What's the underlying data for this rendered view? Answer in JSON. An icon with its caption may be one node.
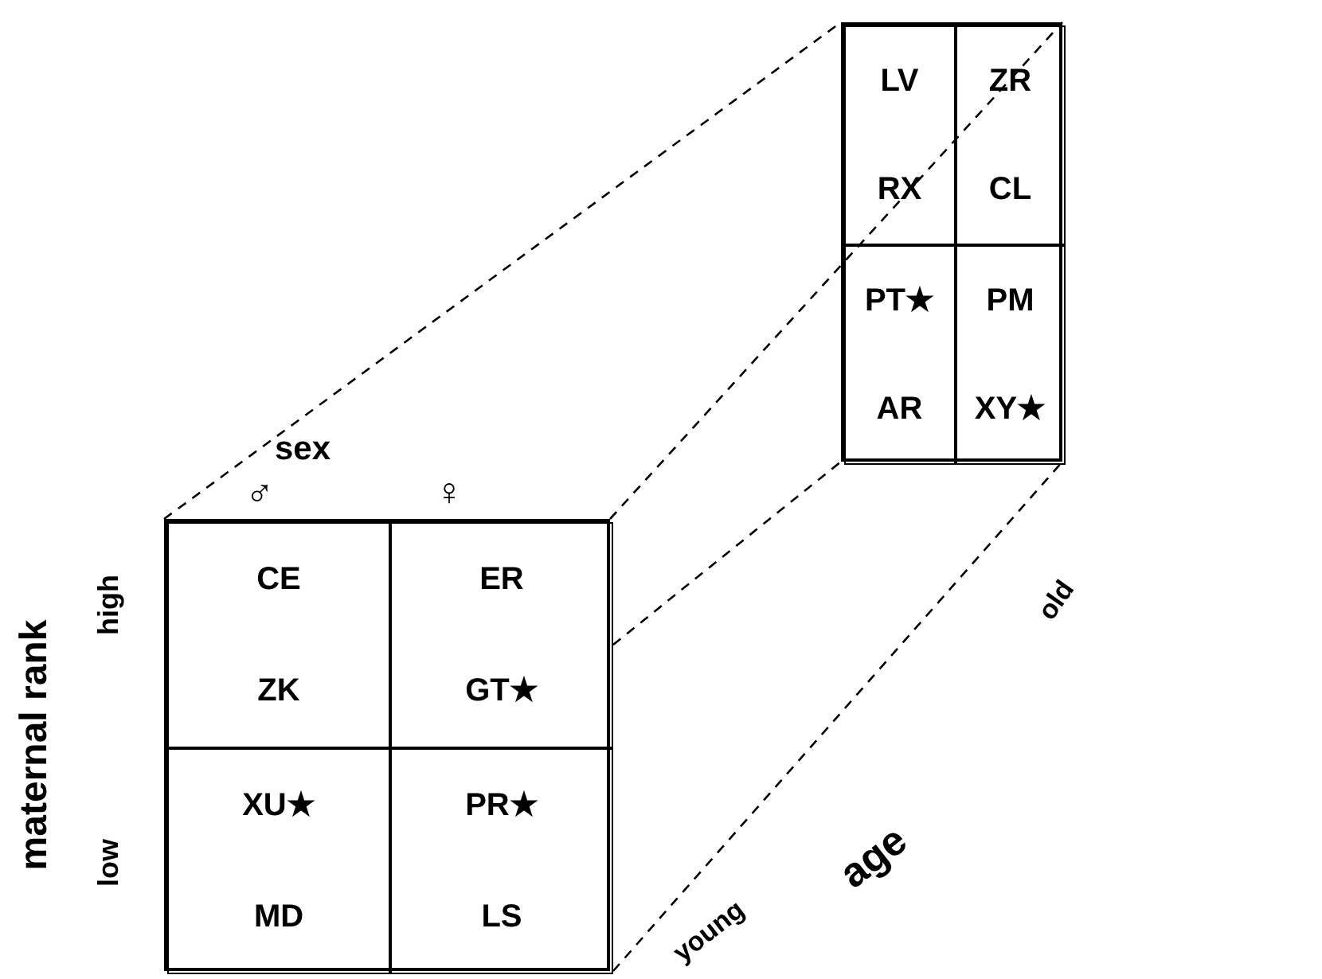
{
  "diagram": {
    "nodes": [
      {
        "text": [],
        "shape": "box"
      },
      {
        "text": [
          "CE",
          "ZK"
        ],
        "in": 0
      },
      {
        "text": [
          "ER",
          "GT★"
        ],
        "in": 0
      },
      {
        "text": [
          "XU★",
          "MD"
        ],
        "in": 0
      },
      {
        "text": [
          "PR★",
          "LS"
        ],
        "in": 0
      },
      {
        "text": [],
        "shape": "box"
      },
      {
        "text": [
          "LV",
          "RX"
        ],
        "in": 5
      },
      {
        "text": [
          "ZR",
          "CL"
        ],
        "in": 5
      },
      {
        "text": [
          "PT★",
          "AR"
        ],
        "in": 5
      },
      {
        "text": [
          "PM",
          "XY★"
        ],
        "in": 5
      }
    ],
    "labels": [
      "sex",
      "♂",
      "♀",
      "maternal rank",
      "high",
      "low",
      "young",
      "age",
      "old"
    ]
  }
}
